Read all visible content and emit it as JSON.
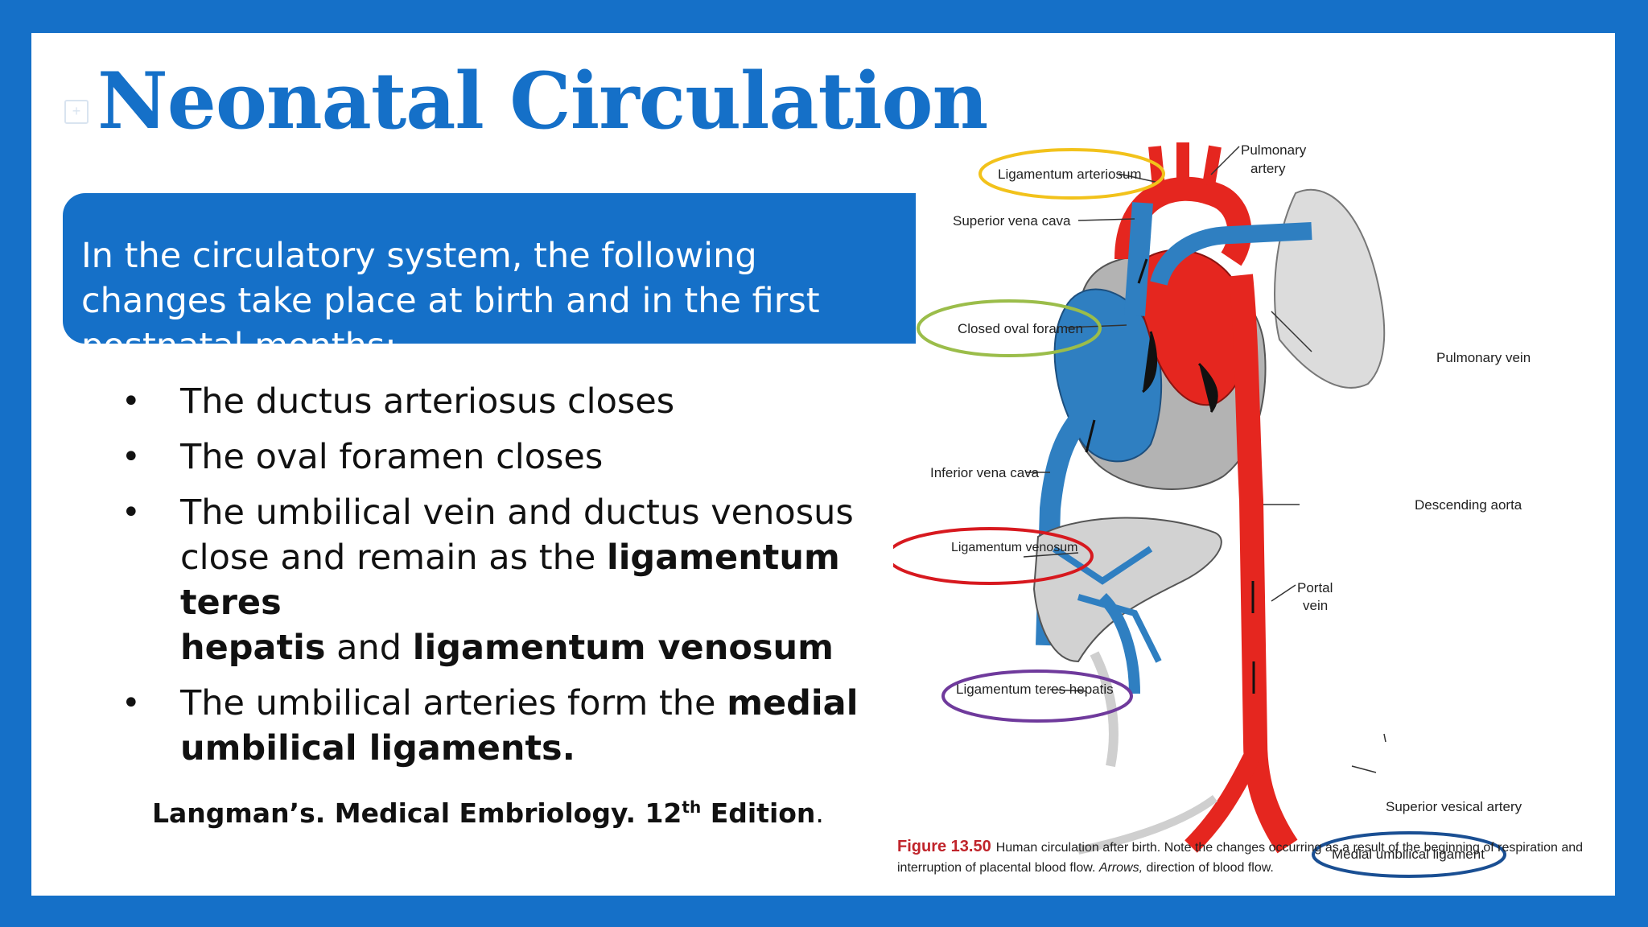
{
  "slide": {
    "title": "Neonatal Circulation",
    "intro_lines": [
      "In the circulatory system, the following",
      "changes take place at birth and in the first",
      "postnatal months:"
    ],
    "bullets": [
      {
        "text": "The ductus arteriosus closes"
      },
      {
        "text": "The oval foramen closes"
      },
      {
        "line1": "The umbilical vein and ductus venosus",
        "line2_pre": "close and remain as the ",
        "line2_bold": "ligamentum teres",
        "line3_bold_a": "hepatis",
        "line3_mid": " and ",
        "line3_bold_b": "ligamentum venosum"
      },
      {
        "pre": "The umbilical arteries form the ",
        "bold_a": "medial",
        "bold_b": "umbilical ligaments."
      }
    ],
    "bullet_symbol": "•",
    "citation": {
      "main": "Langman’s. Medical Embriology. 12",
      "sup": "th",
      "rest": " Edition",
      "period": "."
    }
  },
  "figure": {
    "labels": {
      "ligamentum_arteriosum": "Ligamentum arteriosum",
      "pulmonary_artery_1": "Pulmonary",
      "pulmonary_artery_2": "artery",
      "superior_vena_cava": "Superior vena cava",
      "closed_oval_foramen": "Closed oval foramen",
      "pulmonary_vein": "Pulmonary vein",
      "inferior_vena_cava": "Inferior vena cava",
      "descending_aorta": "Descending aorta",
      "ligamentum_venosum": "Ligamentum venosum",
      "portal_vein_1": "Portal",
      "portal_vein_2": "vein",
      "ligamentum_teres_hepatis": "Ligamentum teres hepatis",
      "superior_vesical_artery": "Superior vesical artery",
      "medial_umbilical_ligament": "Medial umbilical ligament"
    },
    "caption": {
      "figure_number": "Figure 13.50",
      "text": "Human circulation after birth. Note the changes occurring as a result of the beginning of respiration and interruption of placental blood flow. ",
      "arrows_label": "Arrows,",
      "arrows_text": " direction of blood flow."
    },
    "colors": {
      "oxygenated": "#e5261f",
      "deoxygenated": "#2f7fc1",
      "ring_yellow": "#f2c21b",
      "ring_green": "#9bbd4a",
      "ring_red": "#d7191f",
      "ring_purple": "#6f3a9c",
      "ring_navy": "#1a4f93"
    }
  },
  "theme": {
    "accent": "#1570c8",
    "background": "#ffffff"
  }
}
